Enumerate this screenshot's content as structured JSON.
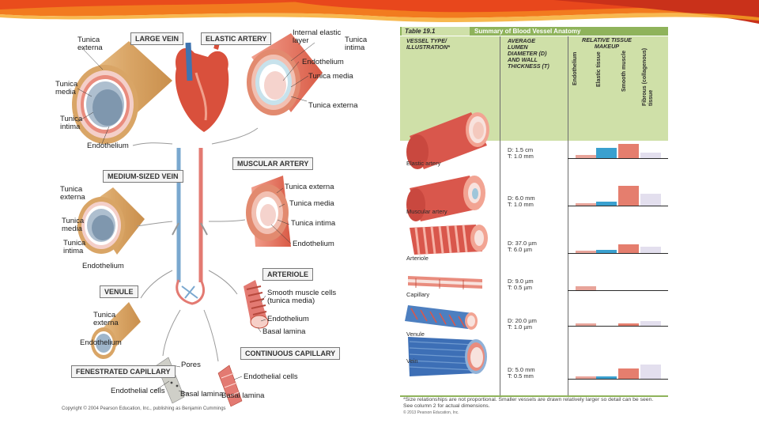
{
  "slide": {
    "accent_colors": [
      "#e8471c",
      "#f27b1f",
      "#f6a623",
      "#c9311a"
    ]
  },
  "left_figure": {
    "boxes": {
      "large_vein": "LARGE VEIN",
      "elastic_artery": "ELASTIC ARTERY",
      "medium_vein": "MEDIUM-SIZED VEIN",
      "muscular_artery": "MUSCULAR ARTERY",
      "venule": "VENULE",
      "arteriole": "ARTERIOLE",
      "fenestrated": "FENESTRATED CAPILLARY",
      "continuous": "CONTINUOUS CAPILLARY"
    },
    "labels": {
      "lv_externa": "Tunica\nexterna",
      "lv_media": "Tunica\nmedia",
      "lv_intima": "Tunica\nintima",
      "lv_endo": "Endothelium",
      "ea_iel": "Internal elastic\nlayer",
      "ea_intima": "Tunica\nintima",
      "ea_endo": "Endothelium",
      "ea_media": "Tunica media",
      "ea_externa": "Tunica externa",
      "mv_externa": "Tunica\nexterna",
      "mv_media": "Tunica\nmedia",
      "mv_intima": "Tunica\nintima",
      "mv_endo": "Endothelium",
      "ma_externa": "Tunica externa",
      "ma_media": "Tunica media",
      "ma_intima": "Tunica intima",
      "ma_endo": "Endothelium",
      "ar_smooth": "Smooth muscle cells\n(tunica media)",
      "ar_endo": "Endothelium",
      "ar_basal": "Basal lamina",
      "vn_externa": "Tunica\nexterna",
      "vn_endo": "Endothelium",
      "fc_pores": "Pores",
      "fc_endo": "Endothelial cells",
      "fc_basal": "Basal lamina",
      "cc_endo": "Endothelial cells",
      "cc_basal": "Basal lamina"
    },
    "copyright": "Copyright © 2004 Pearson Education, Inc., publishing as Benjamin Cummings"
  },
  "table": {
    "number": "Table 19.1",
    "title": "Summary of Blood Vessel Anatomy",
    "col1": "VESSEL TYPE/\nILLUSTRATION*",
    "col2": "AVERAGE\nLUMEN\nDIAMETER (D)\nAND WALL\nTHICKNESS (T)",
    "col3": "RELATIVE TISSUE\nMAKEUP",
    "tissue_cols": [
      "Endothelium",
      "Elastic tissue",
      "Smooth muscle",
      "Fibrous (collagenous)\ntissue"
    ],
    "tissue_colors": [
      "#e8a49a",
      "#3aa0cf",
      "#e57e6e",
      "#e3dfee"
    ],
    "rows": [
      {
        "name": "Elastic artery",
        "d": "D: 1.5 cm",
        "t": "T: 1.0 mm",
        "makeup": [
          0.15,
          0.45,
          0.65,
          0.25
        ]
      },
      {
        "name": "Muscular artery",
        "d": "D: 6.0 mm",
        "t": "T: 1.0 mm",
        "makeup": [
          0.1,
          0.18,
          0.88,
          0.55
        ]
      },
      {
        "name": "Arteriole",
        "d": "D: 37.0 µm",
        "t": "T: 6.0 µm",
        "makeup": [
          0.12,
          0.14,
          0.38,
          0.3
        ]
      },
      {
        "name": "Capillary",
        "d": "D: 9.0 µm",
        "t": "T: 0.5 µm",
        "makeup": [
          0.18,
          0,
          0,
          0
        ]
      },
      {
        "name": "Venule",
        "d": "D: 20.0 µm",
        "t": "T: 1.0 µm",
        "makeup": [
          0.12,
          0,
          0.12,
          0.2
        ]
      },
      {
        "name": "Vein",
        "d": "D: 5.0 mm",
        "t": "T: 0.5 mm",
        "makeup": [
          0.12,
          0.08,
          0.45,
          0.65
        ]
      }
    ],
    "footnote": "*Size relationships are not proportional. Smaller vessels are drawn relatively larger so detail can be seen. See column 2 for actual dimensions.",
    "copyright": "© 2013 Pearson Education, Inc."
  }
}
